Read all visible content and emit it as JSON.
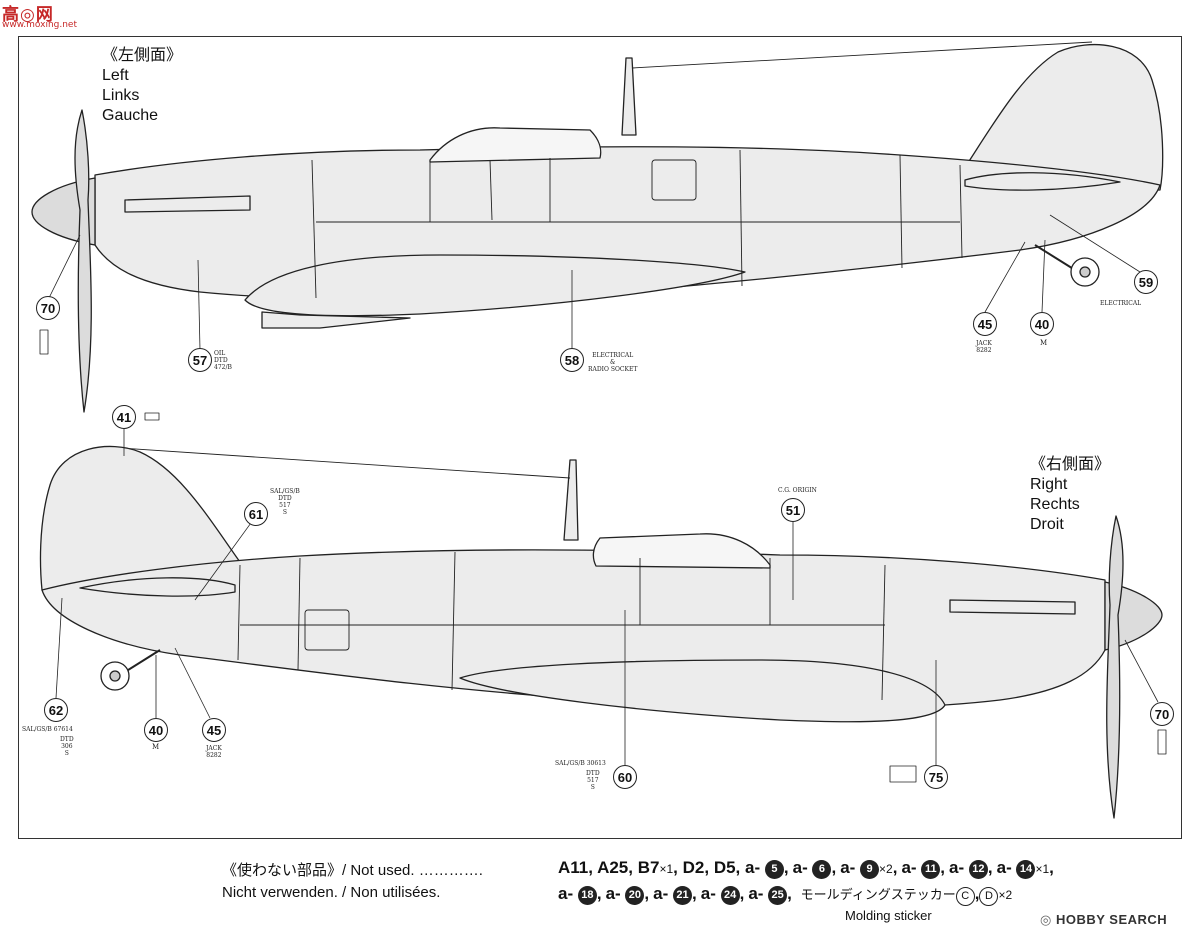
{
  "watermark": {
    "title": "高◎网",
    "sub": "www.moxing.net"
  },
  "left_view": {
    "title": "《左側面》",
    "lines": [
      "Left",
      "Links",
      "Gauche"
    ]
  },
  "right_view": {
    "title": "《右側面》",
    "lines": [
      "Right",
      "Rechts",
      "Droit"
    ]
  },
  "callouts": {
    "c70a": "70",
    "c57": "57",
    "c58": "58",
    "c45a": "45",
    "c40a": "40",
    "c59": "59",
    "c41": "41",
    "c61": "61",
    "c51": "51",
    "c62": "62",
    "c40b": "40",
    "c45b": "45",
    "c60": "60",
    "c75": "75",
    "c70b": "70"
  },
  "captions": {
    "oil": "OIL\nDTD\n472/B",
    "electrical_radio": "ELECTRICAL\n&\nRADIO SOCKET",
    "jack_a": "JACK\n8282",
    "m_a": "M",
    "electrical": "ELECTRICAL",
    "cg_origin": "C.G. ORIGIN",
    "dtd_517_a": "SAL/GS/B\nDTD\n517\nS",
    "code_62": "SAL/GS/B 67614",
    "dtd_306": "DTD\n306\nS",
    "m_b": "M",
    "jack_b": "JACK\n8282",
    "code_60": "SAL/GS/B 30613",
    "dtd_517_b": "DTD\n517\nS"
  },
  "not_used": {
    "line1": "《使わない部品》/ Not used.  ………….",
    "line2": "Nicht verwenden. / Non utilisées.",
    "parts_row1": [
      "A11,",
      "A25,",
      "B7",
      "×1",
      ",",
      "D2,",
      "D5,"
    ],
    "a_parts_row1": [
      {
        "prefix": "a-",
        "num": "5",
        "suffix": ","
      },
      {
        "prefix": "a-",
        "num": "6",
        "suffix": ","
      },
      {
        "prefix": "a-",
        "num": "9",
        "mult": "×2",
        "suffix": ","
      },
      {
        "prefix": "a-",
        "num": "11",
        "suffix": ","
      },
      {
        "prefix": "a-",
        "num": "12",
        "suffix": ","
      },
      {
        "prefix": "a-",
        "num": "14",
        "mult": "×1",
        "suffix": ","
      }
    ],
    "a_parts_row2": [
      {
        "prefix": "a-",
        "num": "18",
        "suffix": ","
      },
      {
        "prefix": "a-",
        "num": "20",
        "suffix": ","
      },
      {
        "prefix": "a-",
        "num": "21",
        "suffix": ","
      },
      {
        "prefix": "a-",
        "num": "24",
        "suffix": ","
      },
      {
        "prefix": "a-",
        "num": "25",
        "suffix": ","
      }
    ],
    "sticker_jp": "モールディングステッカー",
    "sticker_c": "C",
    "sticker_d": "D",
    "sticker_mult": "×2",
    "sticker_en": "Molding sticker"
  },
  "brand": "HOBBY SEARCH",
  "colors": {
    "fill": "#ececec",
    "line": "#222222",
    "watermark": "#c62828"
  }
}
